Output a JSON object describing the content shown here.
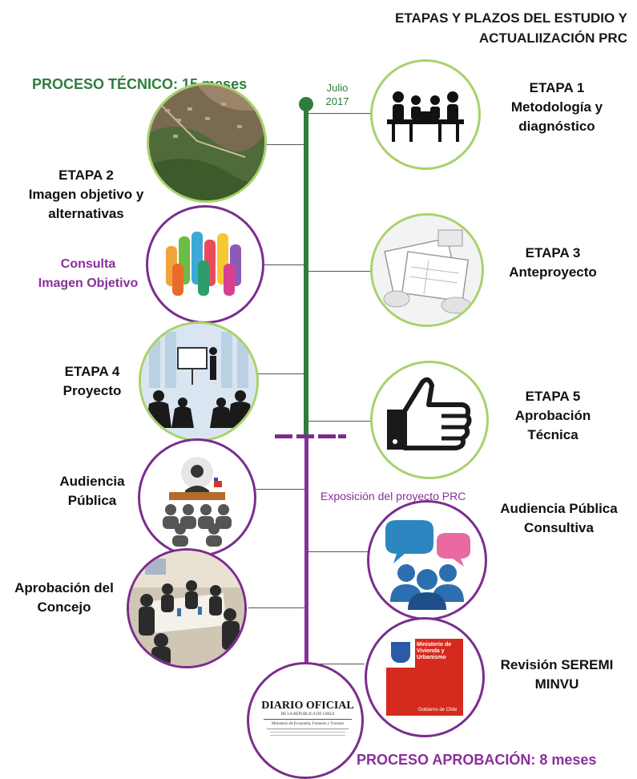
{
  "title_line1": "ETAPAS Y PLAZOS DEL ESTUDIO Y",
  "title_line2": "ACTUALIIZACIÓN PRC",
  "proceso_tecnico": "PROCESO TÉCNICO: 15 meses",
  "proceso_aprobacion": "PROCESO APROBACIÓN: 8 meses",
  "julio": "Julio",
  "year": "2017",
  "exposicion": "Exposición  del proyecto PRC",
  "etapa1": {
    "title": "ETAPA 1",
    "l1": "Metodología y",
    "l2": "diagnóstico",
    "icon": "meeting-table-icon"
  },
  "etapa2": {
    "title": "ETAPA 2",
    "l1": "Imagen objetivo y",
    "l2": "alternativas",
    "icon": "aerial-photo"
  },
  "consulta": {
    "l1": "Consulta",
    "l2": "Imagen Objetivo",
    "icon": "raised-hands-icon"
  },
  "etapa3": {
    "title": "ETAPA 3",
    "l1": "Anteproyecto",
    "icon": "blueprints-icon"
  },
  "etapa4": {
    "title": "ETAPA 4",
    "l1": "Proyecto",
    "icon": "presentation-icon"
  },
  "etapa5": {
    "title": "ETAPA 5",
    "l1": "Aprobación",
    "l2": "Técnica",
    "icon": "thumbs-up-icon"
  },
  "audiencia": {
    "l1": "Audiencia",
    "l2": "Pública",
    "icon": "audience-icon"
  },
  "audiencia_consultiva": {
    "l1": "Audiencia Pública",
    "l2": "Consultiva",
    "icon": "speech-bubbles-icon"
  },
  "concejo": {
    "l1": "Aprobación del",
    "l2": "Concejo",
    "icon": "council-photo"
  },
  "seremi": {
    "l1": "Revisión SEREMI",
    "l2": "MINVU",
    "icon": "minvu-logo"
  },
  "minvu_logo": {
    "l1": "Ministerio de",
    "l2": "Vivienda y",
    "l3": "Urbanismo",
    "gob": "Gobierno de Chile"
  },
  "diario": {
    "title": "DIARIO OFICIAL",
    "sub": "DE LA REPUBLICA DE CHILE",
    "l1": "Ministerio de Economía, Fomento y Turismo",
    "icon": "diario-oficial-icon"
  },
  "colors": {
    "green": "#2e7d3c",
    "purple": "#8a2f9b",
    "light_green": "#a8d26a"
  }
}
